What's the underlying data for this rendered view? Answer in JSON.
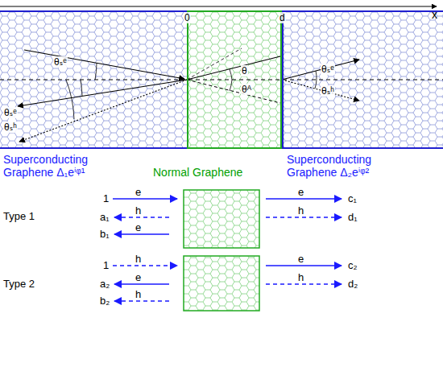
{
  "diagram": {
    "nodes": [
      {
        "text": [
          "Superconducting Graphene Δ₁eⁱᵠ¹"
        ]
      },
      {
        "text": [
          "Normal Graphene"
        ]
      },
      {
        "text": [
          "Superconducting Graphene Δ₂eⁱᵠ²"
        ]
      }
    ],
    "labels": [
      "x",
      "0",
      "d",
      "θₛᵉ",
      "θₛᵉ",
      "θₛʰ",
      "θ",
      "θᴬ",
      "θₛᵉ",
      "θₛʰ",
      "Type 1",
      "1",
      "e",
      "a₁",
      "h",
      "b₁",
      "e",
      "e",
      "c₁",
      "h",
      "d₁",
      "Type 2",
      "1",
      "h",
      "a₂",
      "e",
      "b₂",
      "h",
      "e",
      "c₂",
      "h",
      "d₂"
    ]
  }
}
